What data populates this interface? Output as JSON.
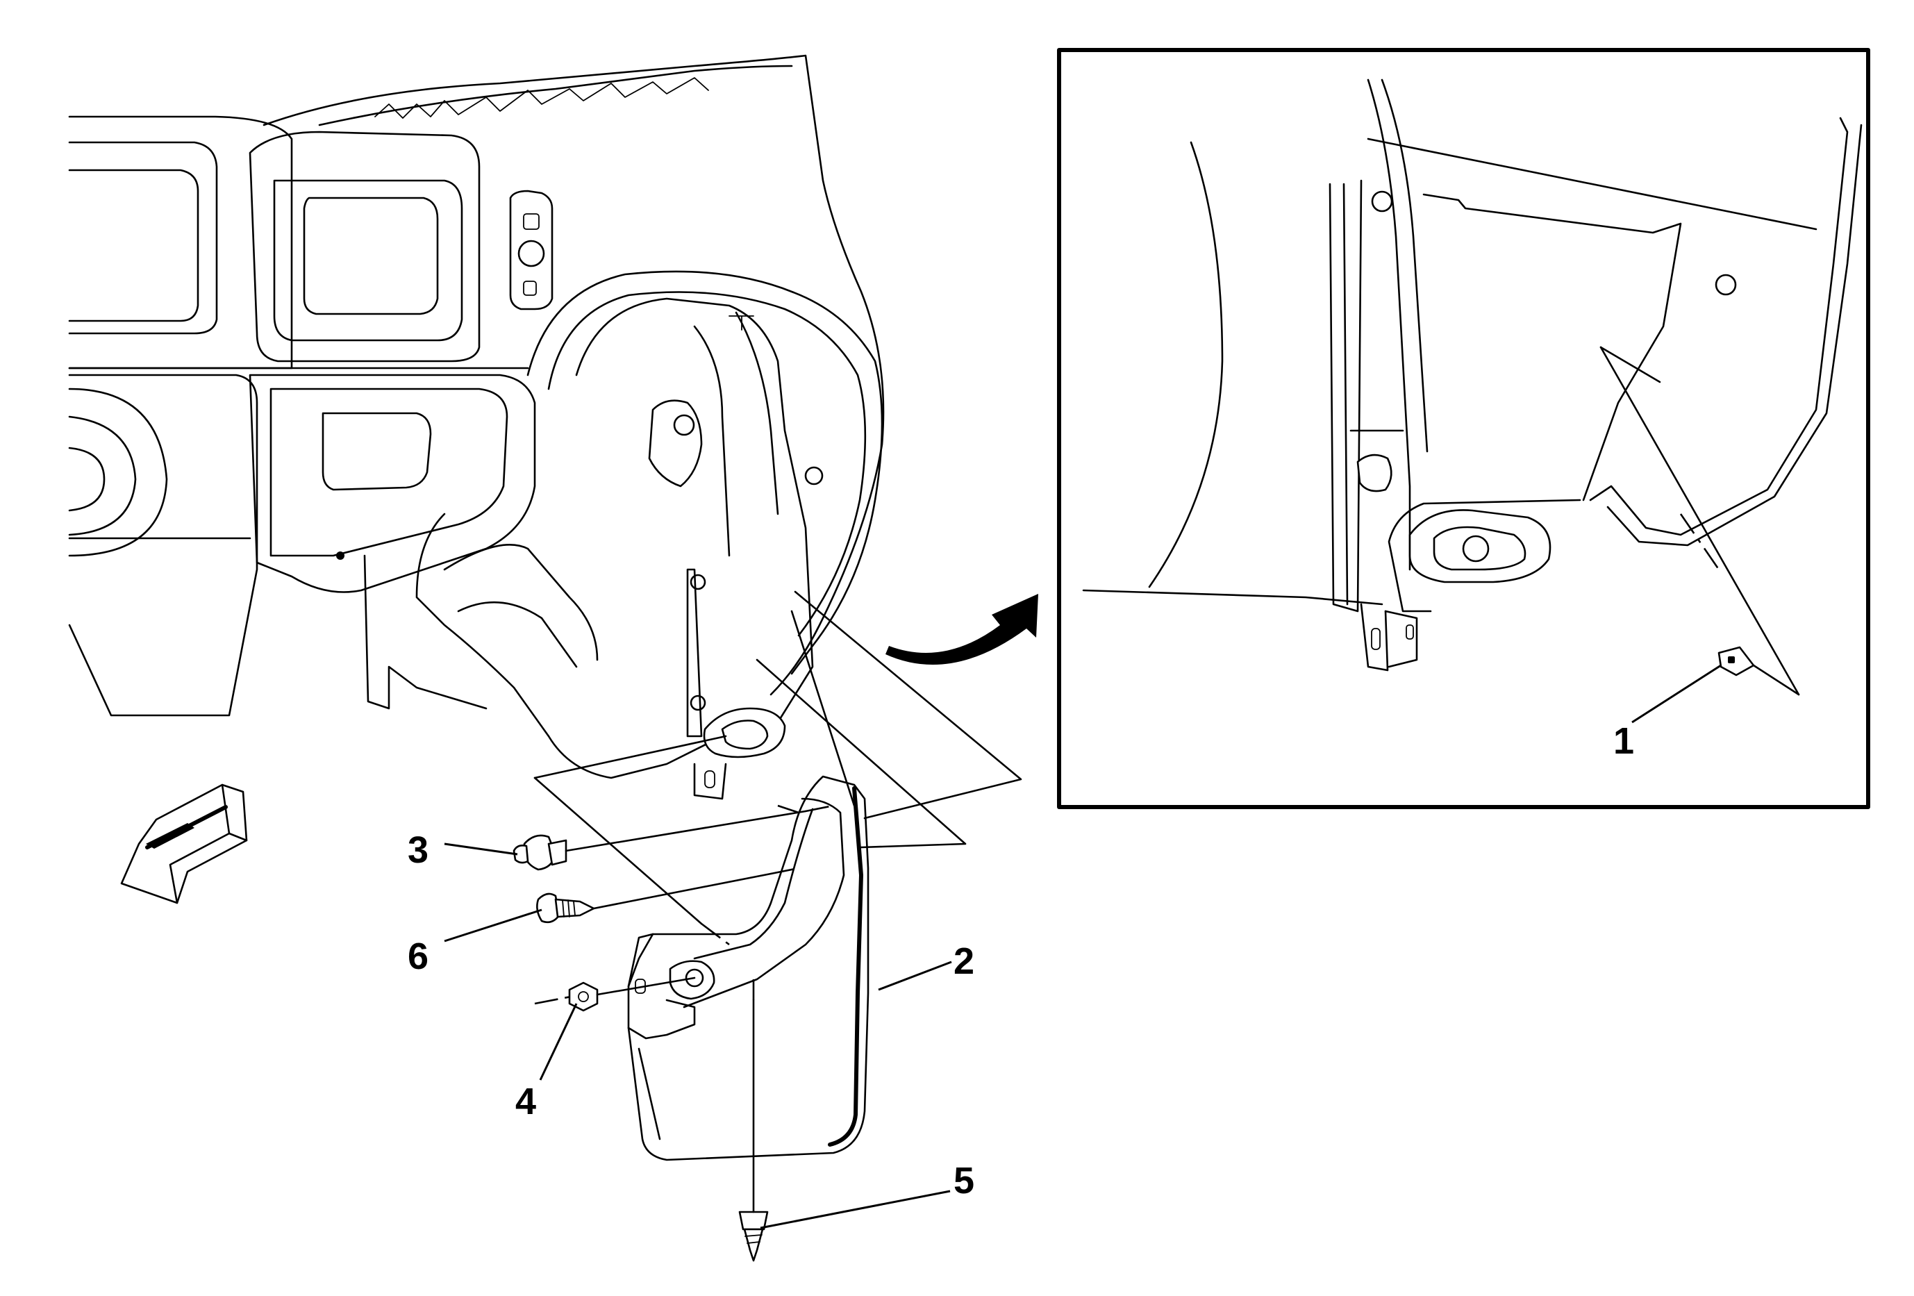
{
  "callouts": [
    {
      "id": "c1",
      "text": "1"
    },
    {
      "id": "c2",
      "text": "2"
    },
    {
      "id": "c3",
      "text": "3"
    },
    {
      "id": "c4",
      "text": "4"
    },
    {
      "id": "c5",
      "text": "5"
    },
    {
      "id": "c6",
      "text": "6"
    }
  ],
  "icons": {
    "front_arrow": "forward-direction-arrow-icon",
    "detail_arrow": "detail-view-arrow-icon"
  }
}
